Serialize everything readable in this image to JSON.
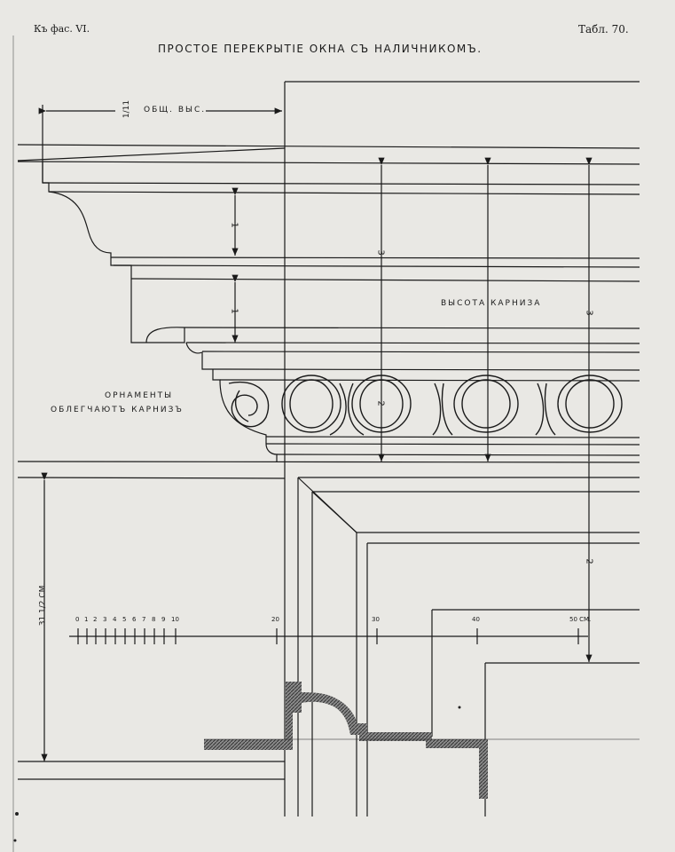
{
  "header": {
    "left": "Къ фас. VI.",
    "right": "Табл. 70.",
    "title": "ПРОСТОЕ ПЕРЕКРЫТІЕ ОКНА СЪ НАЛИЧНИКОМЪ."
  },
  "labels": {
    "total_height_fraction": "1/11",
    "total_height_text": "ОБЩ. ВЫС.",
    "cornice_height": "ВЫСОТА КАРНИЗА",
    "ornaments_line1": "ОРНАМЕНТЫ",
    "ornaments_line2": "ОБЛЕГЧАЮТЪ КАРНИЗЪ",
    "left_dimension": "31 1/2 СМ."
  },
  "dimensions": {
    "upper_member": "1",
    "lower_member": "1",
    "cornice_total": "3",
    "ornament_band": "2",
    "right_total": "3",
    "frame_lower": "2"
  },
  "scale": {
    "small_ticks": [
      "0",
      "1",
      "2",
      "3",
      "4",
      "5",
      "6",
      "7",
      "8",
      "9",
      "10"
    ],
    "major_ticks": [
      "20",
      "30",
      "40",
      "50 СМ."
    ]
  },
  "colors": {
    "ink": "#1a1a1a",
    "paper": "#e9e8e4",
    "hatch": "#5a5a5a"
  }
}
